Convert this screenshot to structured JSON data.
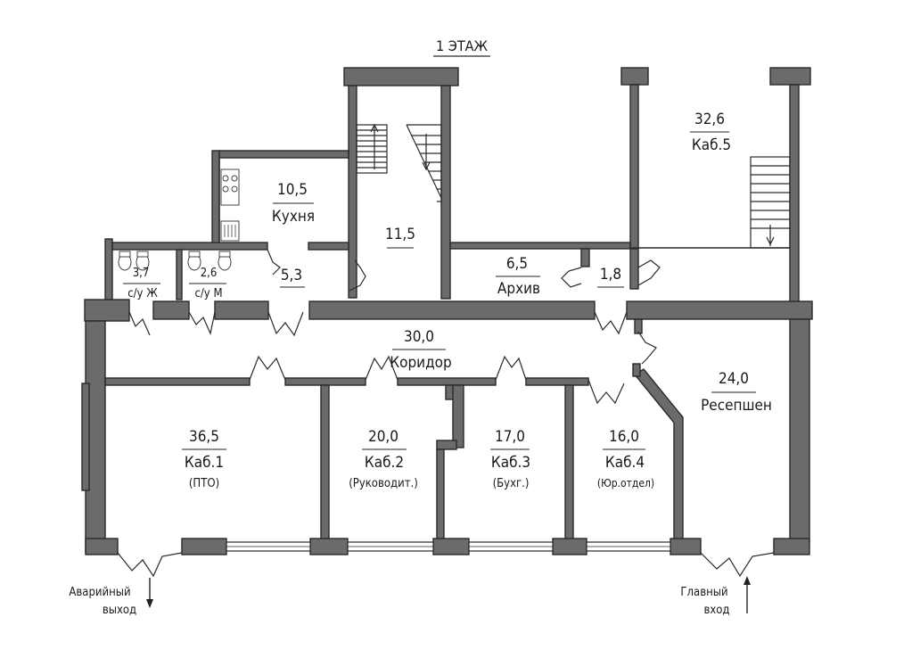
{
  "floor_title": "1 ЭТАЖ",
  "rooms": [
    {
      "id": "kab5",
      "area": "32,6",
      "name": "Каб.5",
      "sub": ""
    },
    {
      "id": "kitchen",
      "area": "10,5",
      "name": "Кухня",
      "sub": ""
    },
    {
      "id": "stair",
      "area": "11,5",
      "name": "",
      "sub": ""
    },
    {
      "id": "wc-f",
      "area": "3,7",
      "name": "с/у Ж",
      "sub": ""
    },
    {
      "id": "wc-m",
      "area": "2,6",
      "name": "с/у М",
      "sub": ""
    },
    {
      "id": "hall",
      "area": "5,3",
      "name": "",
      "sub": ""
    },
    {
      "id": "archive",
      "area": "6,5",
      "name": "Архив",
      "sub": ""
    },
    {
      "id": "small",
      "area": "1,8",
      "name": "",
      "sub": ""
    },
    {
      "id": "corridor",
      "area": "30,0",
      "name": "Коридор",
      "sub": ""
    },
    {
      "id": "reception",
      "area": "24,0",
      "name": "Ресепшен",
      "sub": ""
    },
    {
      "id": "kab1",
      "area": "36,5",
      "name": "Каб.1",
      "sub": "(ПТО)"
    },
    {
      "id": "kab2",
      "area": "20,0",
      "name": "Каб.2",
      "sub": "(Руководит.)"
    },
    {
      "id": "kab3",
      "area": "17,0",
      "name": "Каб.3",
      "sub": "(Бухг.)"
    },
    {
      "id": "kab4",
      "area": "16,0",
      "name": "Каб.4",
      "sub": "(Юр.отдел)"
    }
  ],
  "exits": {
    "emergency_line1": "Аварийный",
    "emergency_line2": "выход",
    "main_line1": "Главный",
    "main_line2": "вход"
  }
}
